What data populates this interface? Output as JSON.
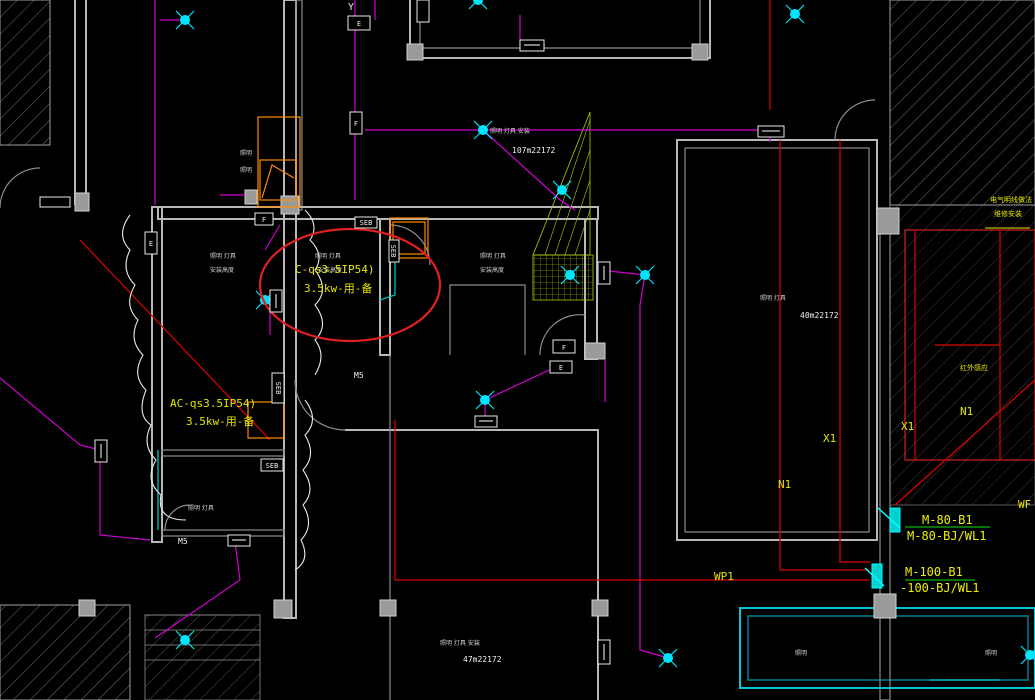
{
  "labels": {
    "ac_cloud_line1": "C-qs3.5IP54)",
    "ac_cloud_line2": "3.5kw-用-备",
    "ac_left_line1": "AC-qs3.5IP54)",
    "ac_left_line2": "3.5kw-用-备",
    "m80_b1": "M-80-B1",
    "m80_bj": "M-80-BJ/WL1",
    "m100_b1": "M-100-B1",
    "m100_bj": "-100-BJ/WL1",
    "wp1": "WP1",
    "n1_left": "N1",
    "n1_right": "N1",
    "x1_mid": "X1",
    "x1_right": "X1",
    "wf": "WF",
    "m5_a": "M5",
    "m5_b": "M5",
    "area_107": "107m22172",
    "area_40": "40m22172",
    "area_47": "47m22172",
    "y_mark": "Y",
    "top_right_note1": "电气明线做法",
    "top_right_note2": "维修安装",
    "room_note_right": "红外感应"
  },
  "device_boxes": {
    "seb_1": "SEB",
    "seb_2": "SEB",
    "seb_3": "SEB",
    "seb_4": "SEB",
    "f_1": "F",
    "f_2": "F",
    "f_3": "F",
    "e_1": "E",
    "e_2": "E",
    "e_3": "E"
  },
  "colors": {
    "background": "#000000",
    "wall": "#b8b8b8",
    "magenta_wire": "#d000d0",
    "red_wire": "#e00000",
    "cyan_device": "#00e5ff",
    "yellow_text": "#e6e600",
    "highlight_circle": "#e02020",
    "equipment_orange": "#ff8c00"
  }
}
